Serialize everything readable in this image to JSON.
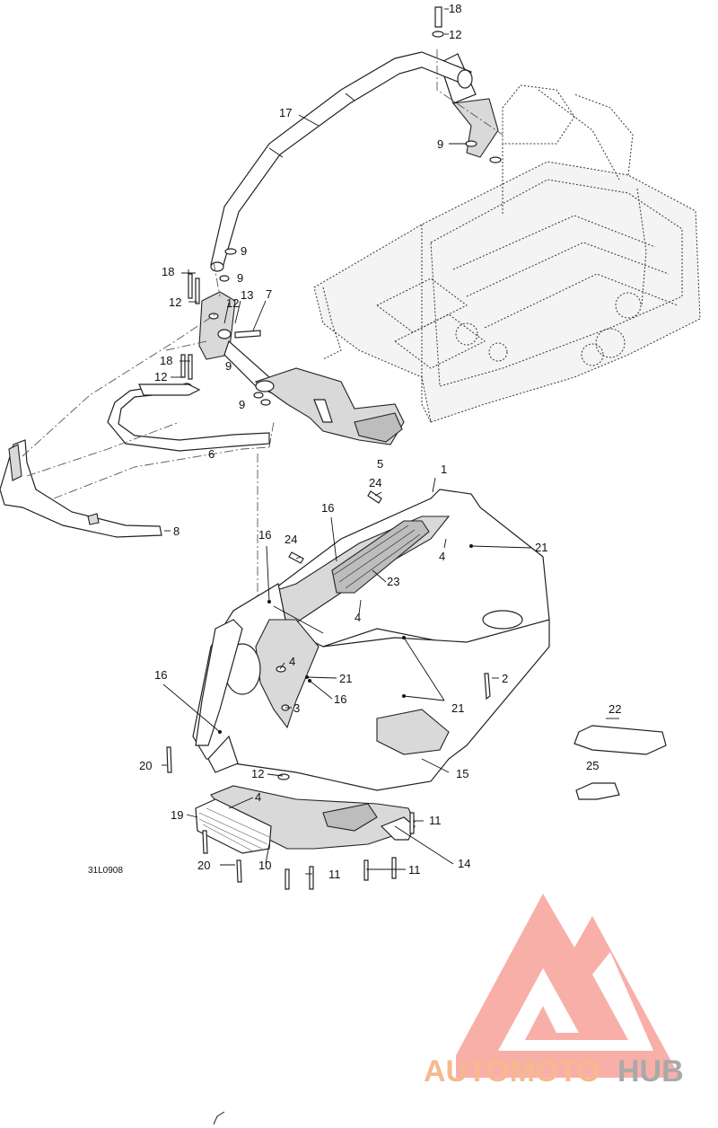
{
  "diagram": {
    "code": "31L0908",
    "callouts": [
      {
        "id": "c18a",
        "text": "18"
      },
      {
        "id": "c12a",
        "text": "12"
      },
      {
        "id": "c17",
        "text": "17"
      },
      {
        "id": "c9a",
        "text": "9"
      },
      {
        "id": "c9b",
        "text": "9"
      },
      {
        "id": "c9c",
        "text": "9"
      },
      {
        "id": "c18b",
        "text": "18"
      },
      {
        "id": "c12b",
        "text": "12"
      },
      {
        "id": "c12c",
        "text": "12"
      },
      {
        "id": "c13",
        "text": "13"
      },
      {
        "id": "c7",
        "text": "7"
      },
      {
        "id": "c18c",
        "text": "18"
      },
      {
        "id": "c12d",
        "text": "12"
      },
      {
        "id": "c9d",
        "text": "9"
      },
      {
        "id": "c9e",
        "text": "9"
      },
      {
        "id": "c6",
        "text": "6"
      },
      {
        "id": "c5",
        "text": "5"
      },
      {
        "id": "c8",
        "text": "8"
      },
      {
        "id": "c1",
        "text": "1"
      },
      {
        "id": "c24a",
        "text": "24"
      },
      {
        "id": "c16a",
        "text": "16"
      },
      {
        "id": "c16b",
        "text": "16"
      },
      {
        "id": "c24b",
        "text": "24"
      },
      {
        "id": "c21a",
        "text": "21"
      },
      {
        "id": "c4a",
        "text": "4"
      },
      {
        "id": "c23",
        "text": "23"
      },
      {
        "id": "c4b",
        "text": "4"
      },
      {
        "id": "c16c",
        "text": "16"
      },
      {
        "id": "c4c",
        "text": "4"
      },
      {
        "id": "c21b",
        "text": "21"
      },
      {
        "id": "c2",
        "text": "2"
      },
      {
        "id": "c16d",
        "text": "16"
      },
      {
        "id": "c3",
        "text": "3"
      },
      {
        "id": "c21c",
        "text": "21"
      },
      {
        "id": "c22",
        "text": "22"
      },
      {
        "id": "c25",
        "text": "25"
      },
      {
        "id": "c20a",
        "text": "20"
      },
      {
        "id": "c12e",
        "text": "12"
      },
      {
        "id": "c15",
        "text": "15"
      },
      {
        "id": "c4d",
        "text": "4"
      },
      {
        "id": "c19",
        "text": "19"
      },
      {
        "id": "c11a",
        "text": "11"
      },
      {
        "id": "c20b",
        "text": "20"
      },
      {
        "id": "c10",
        "text": "10"
      },
      {
        "id": "c11b",
        "text": "11"
      },
      {
        "id": "c11c",
        "text": "11"
      },
      {
        "id": "c14",
        "text": "14"
      }
    ]
  },
  "watermark": {
    "brand_part1": "AUTOMOTO",
    "brand_part2": "HUB",
    "color_primary": "#f6b98f",
    "color_secondary": "#a9a9a9",
    "logo_color": "#f7a29a"
  },
  "colors": {
    "line": "#222222",
    "shade": "#d9d9d9",
    "background": "#ffffff"
  }
}
